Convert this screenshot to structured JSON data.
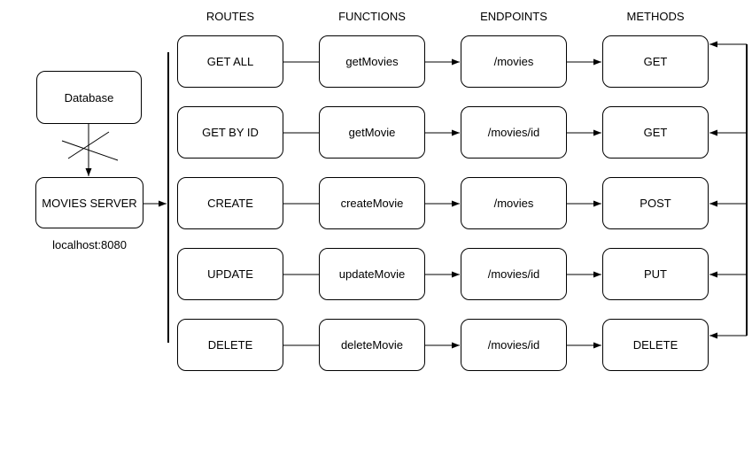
{
  "diagram": {
    "title_hint": "REST API movies service flow diagram",
    "columns": [
      {
        "label": "ROUTES"
      },
      {
        "label": "FUNCTIONS"
      },
      {
        "label": "ENDPOINTS"
      },
      {
        "label": "METHODS"
      }
    ],
    "rows": [
      {
        "route": "GET ALL",
        "function": "getMovies",
        "endpoint": "/movies",
        "method": "GET"
      },
      {
        "route": "GET BY ID",
        "function": "getMovie",
        "endpoint": "/movies/id",
        "method": "GET"
      },
      {
        "route": "CREATE",
        "function": "createMovie",
        "endpoint": "/movies",
        "method": "POST"
      },
      {
        "route": "UPDATE",
        "function": "updateMovie",
        "endpoint": "/movies/id",
        "method": "PUT"
      },
      {
        "route": "DELETE",
        "function": "deleteMovie",
        "endpoint": "/movies/id",
        "method": "DELETE"
      }
    ],
    "database": {
      "label": "Database"
    },
    "server": {
      "label": "MOVIES SERVER",
      "address": "localhost:8080"
    },
    "connections": {
      "database_to_server": "crossed-out arrow (X over connector)",
      "server_to_routes": "arrow into vertical fan-out bar",
      "route_to_function": "plain line",
      "function_to_endpoint": "arrow right",
      "endpoint_to_method": "arrow right",
      "methods_feedback": "right-side vertical return line with arrows into each method box"
    },
    "colors": {
      "stroke": "#000000",
      "background": "#ffffff",
      "text": "#000000"
    }
  }
}
